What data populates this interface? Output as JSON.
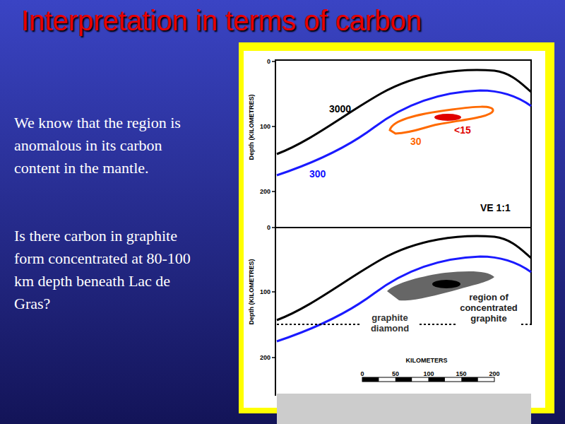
{
  "diagram": {
    "title": "Interpretation in terms of carbon",
    "labels": [
      "We know that the region is anomalous in its carbon content in the mantle.",
      "Is there carbon in graphite form concentrated at 80-100 km depth beneath Lac de Gras?",
      "0",
      "100",
      "200",
      "Depth (KILOMETRES)",
      "3000",
      "30",
      "<15",
      "300",
      "VE 1:1",
      "0",
      "100",
      "200",
      "Depth (KILOMETRES)",
      "region of concentrated graphite",
      "graphite diamond",
      "KILOMETERS",
      "0",
      "50",
      "100",
      "150",
      "200"
    ]
  }
}
